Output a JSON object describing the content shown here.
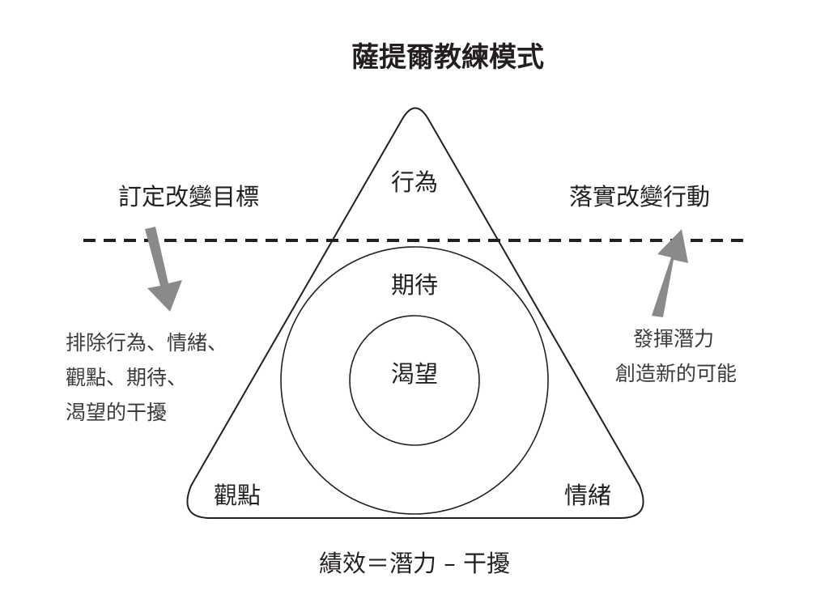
{
  "title": "薩提爾教練模式",
  "triangle": {
    "top": "行為",
    "bottom_left": "觀點",
    "bottom_right": "情緒"
  },
  "circles": {
    "outer": "期待",
    "inner": "渴望"
  },
  "left": {
    "heading": "訂定改變目標",
    "note_lines": [
      "排除行為、情緒、",
      "觀點、期待、",
      "渴望的干擾"
    ],
    "arrow_direction": "down"
  },
  "right": {
    "heading": "落實改變行動",
    "note_lines": [
      "發揮潛力",
      "創造新的可能"
    ],
    "arrow_direction": "up"
  },
  "formula": "績效＝潛力 – 干擾",
  "colors": {
    "line": "#231f20",
    "arrow": "#8a8a8a",
    "note_text": "#3d3a3b"
  }
}
